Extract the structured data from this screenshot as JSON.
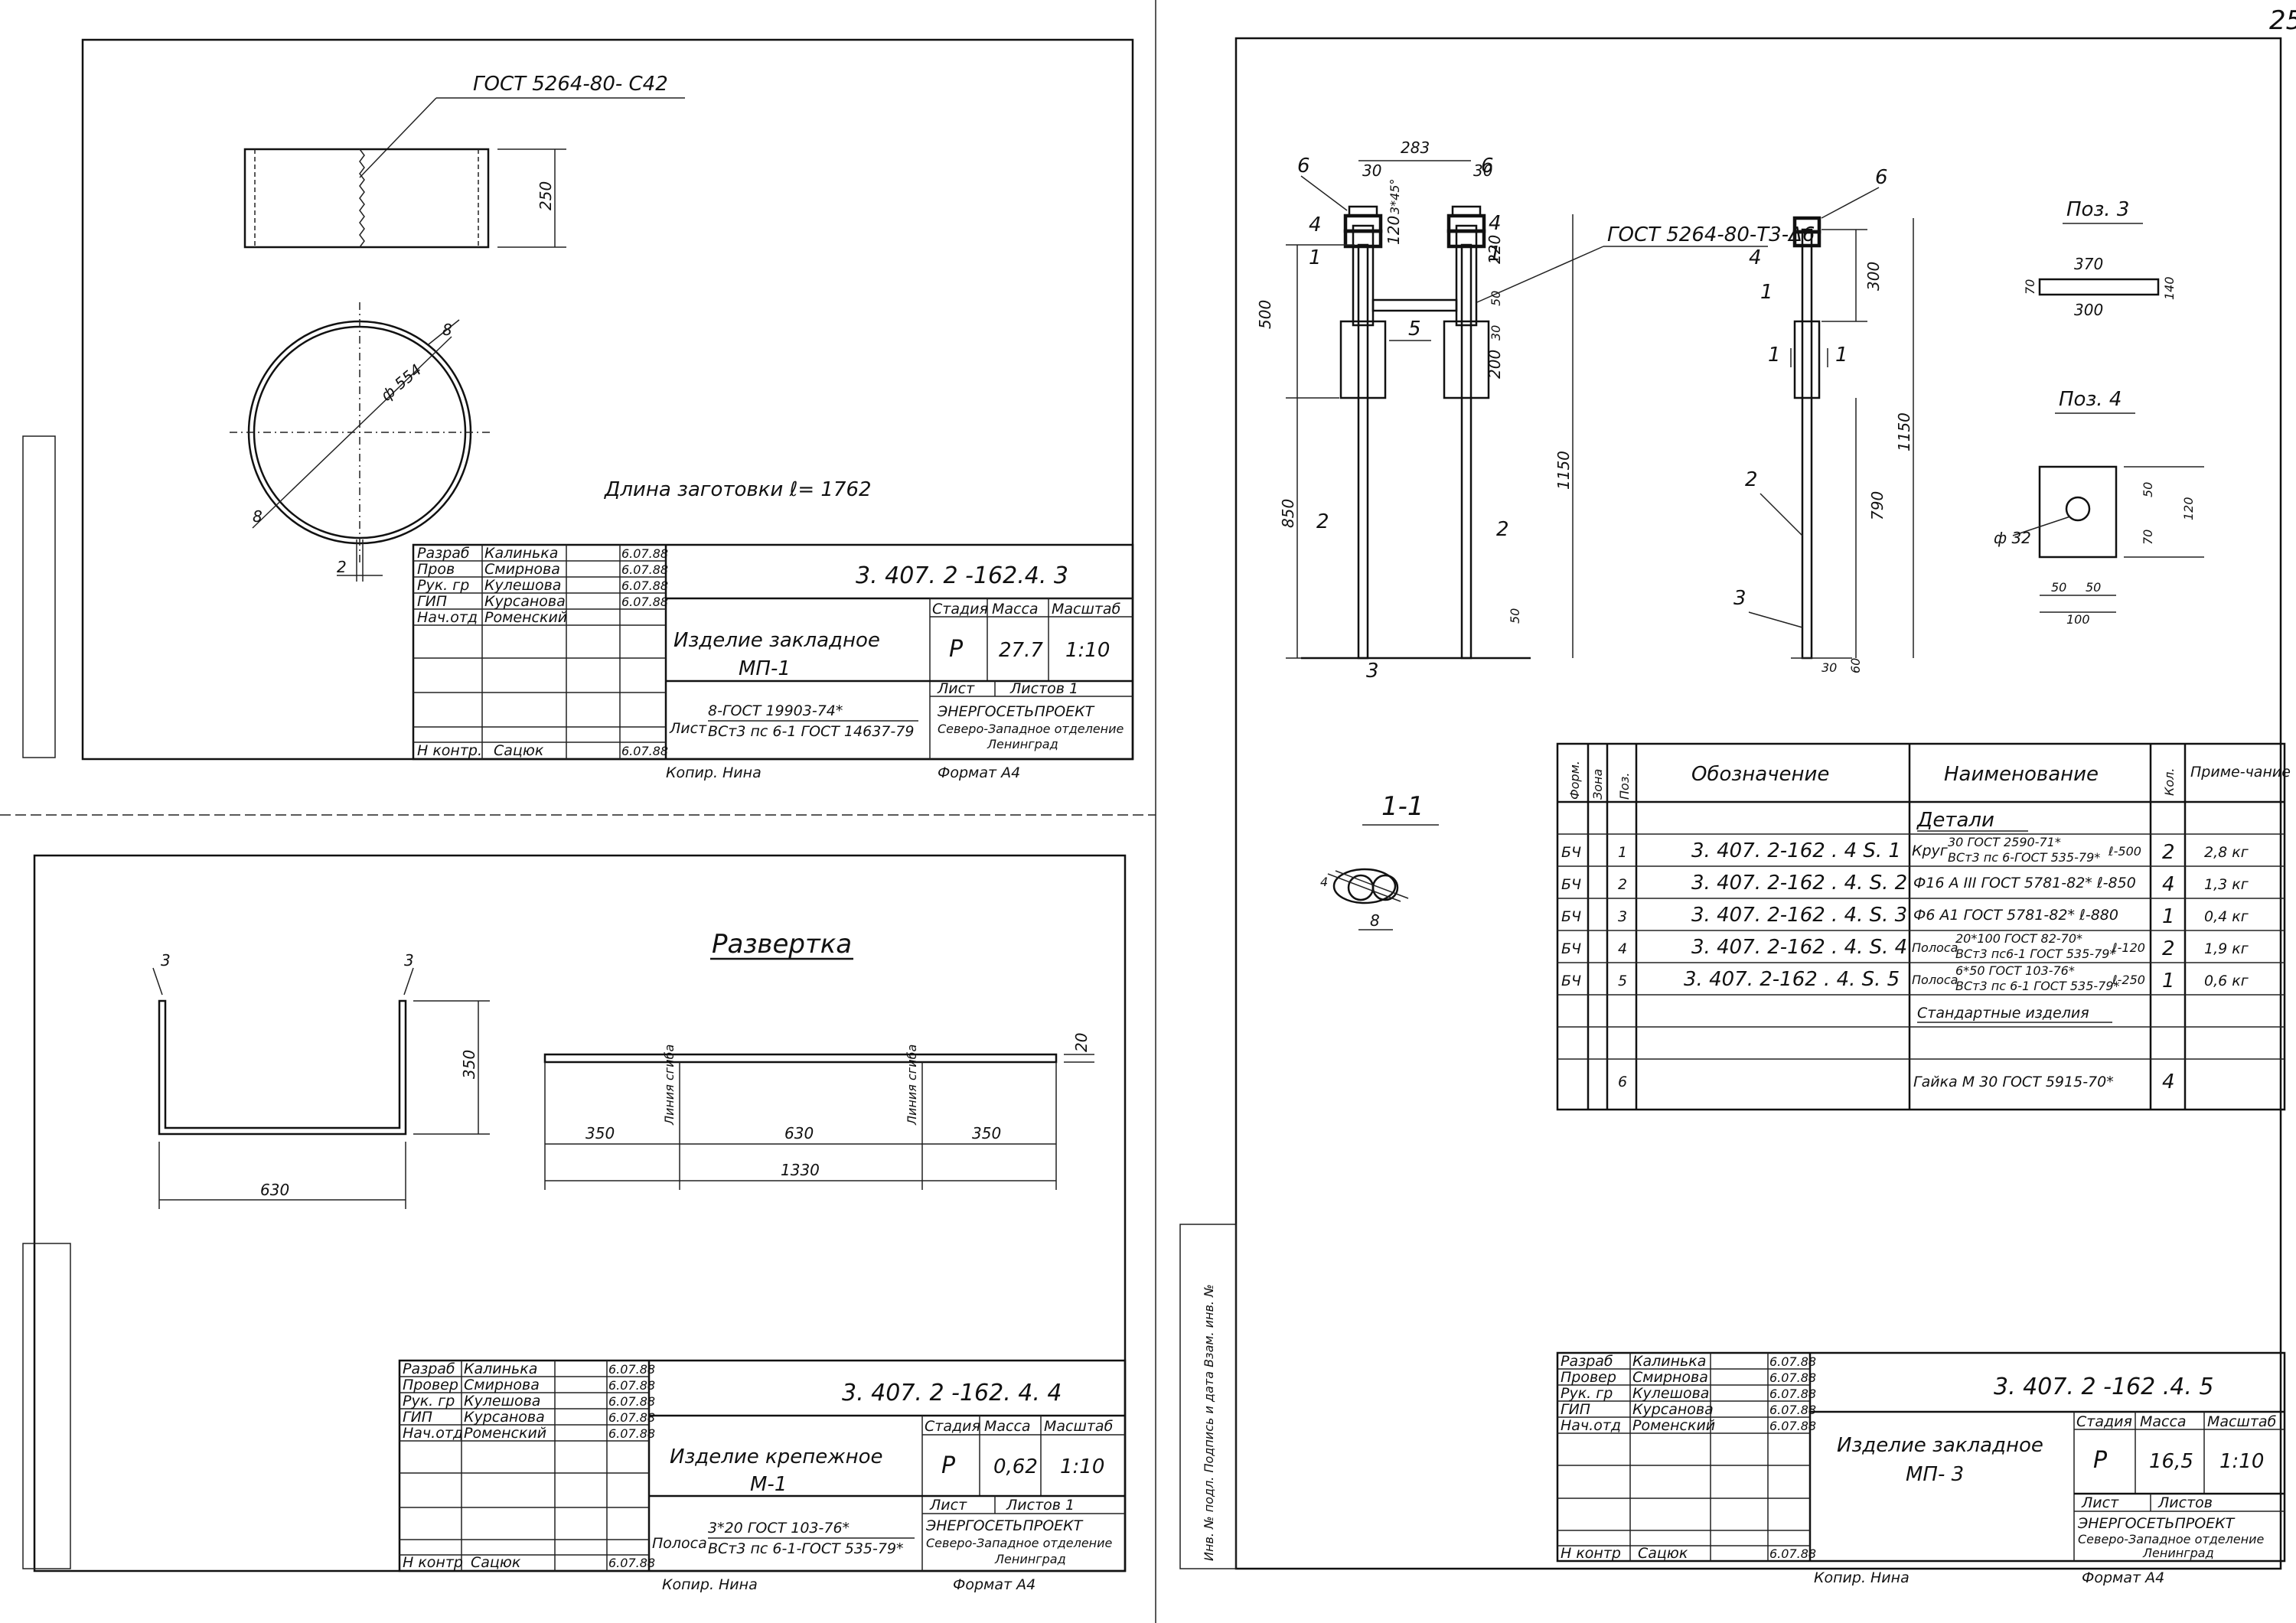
{
  "sheet_number": "25",
  "sheet1": {
    "weld_note": "ГОСТ 5264-80- С42",
    "dim_strip_height": "250",
    "dim_diameter": "ф 554",
    "dim_wall_top": "8",
    "dim_wall_bottom": "8",
    "dim_gap": "2",
    "blank_length": "Длина заготовки  ℓ= 1762",
    "title_block": {
      "rows": [
        {
          "role": "Разраб",
          "name": "Калинька",
          "date": "6.07.88"
        },
        {
          "role": "Пров",
          "name": "Смирнова",
          "date": "6.07.88"
        },
        {
          "role": "Рук. гр",
          "name": "Кулешова",
          "date": "6.07.88"
        },
        {
          "role": "ГИП",
          "name": "Курсанова",
          "date": "6.07.88"
        },
        {
          "role": "Нач.отд",
          "name": "Роменский",
          "date": ""
        }
      ],
      "control_role": "Н контр.",
      "control_name": "Сацюк",
      "control_date": "6.07.88",
      "code": "3. 407. 2 -162.4.  3",
      "item_name_line1": "Изделие  закладное",
      "item_name_line2": "МП-1",
      "col_stage": "Стадия",
      "col_mass": "Масса",
      "col_scale": "Масштаб",
      "stage": "Р",
      "mass": "27.7",
      "scale": "1:10",
      "sheet_label": "Лист",
      "sheets_label": "Листов 1",
      "material_prefix": "Лист",
      "material_top": "8-ГОСТ 19903-74*",
      "material_bottom": "ВСт3 пс 6-1 ГОСТ 14637-79",
      "org_line1": "ЭНЕРГОСЕТЬПРОЕКТ",
      "org_line2": "Северо-Западное отделение",
      "org_line3": "Ленинград",
      "copied": "Копир. Нина",
      "format": "Формат А4"
    }
  },
  "sheet2": {
    "title": "Развертка",
    "dim_left_flange": "3",
    "dim_right_flange": "3",
    "dim_height": "350",
    "dim_width": "630",
    "dim_thickness": "20",
    "bend_line_1": "Линия сгиба",
    "bend_line_2": "Линия сгиба",
    "dim_seg1": "350",
    "dim_seg2": "630",
    "dim_seg3": "350",
    "dim_total": "1330",
    "title_block": {
      "rows": [
        {
          "role": "Разраб",
          "name": "Калинька",
          "date": "6.07.88"
        },
        {
          "role": "Провер",
          "name": "Смирнова",
          "date": "6.07.88"
        },
        {
          "role": "Рук. гр",
          "name": "Кулешова",
          "date": "6.07.88"
        },
        {
          "role": "ГИП",
          "name": "Курсанова",
          "date": "6.07.88"
        },
        {
          "role": "Нач.отд",
          "name": "Роменский",
          "date": "6.07.88"
        }
      ],
      "control_role": "Н контр",
      "control_name": "Сацюк",
      "control_date": "6.07.88",
      "code": "3. 407. 2 -162. 4. 4",
      "item_name_line1": "Изделие  крепежное",
      "item_name_line2": "М-1",
      "col_stage": "Стадия",
      "col_mass": "Масса",
      "col_scale": "Масштаб",
      "stage": "Р",
      "mass": "0,62",
      "scale": "1:10",
      "sheet_label": "Лист",
      "sheets_label": "Листов 1",
      "material_prefix": "Полоса",
      "material_top": "3*20 ГОСТ 103-76*",
      "material_bottom": "ВСт3 пс 6-1-ГОСТ 535-79*",
      "org_line1": "ЭНЕРГОСЕТЬПРОЕКТ",
      "org_line2": "Северо-Западное отделение",
      "org_line3": "Ленинград",
      "copied": "Копир. Нина",
      "format": "Формат А4"
    }
  },
  "sheet3": {
    "weld_note": "ГОСТ 5264-80-Т3-Δ6",
    "dims": {
      "d283": "283",
      "d30a": "30",
      "d30b": "30",
      "d3x45": "3*45°",
      "d120": "120",
      "d220": "220",
      "d50a": "50",
      "d30c": "30",
      "d200": "200",
      "d500": "500",
      "d850": "850",
      "d1150a": "1150",
      "d50b": "50",
      "d300": "300",
      "d1150b": "1150",
      "d790": "790",
      "d30d": "30",
      "d60": "60"
    },
    "pos_labels": {
      "p6a": "6",
      "p4a": "4",
      "p1a": "1",
      "p5": "5",
      "p2a": "2",
      "p3a": "3",
      "p6b": "6",
      "p4b": "4",
      "p1b": "1",
      "p2b": "2",
      "p6c": "6",
      "p4c": "4",
      "p1c": "1",
      "p2c": "2",
      "p3c": "3"
    },
    "section_marks": {
      "left": "1",
      "right": "1"
    },
    "section_title": "1-1",
    "section_dim_4": "4",
    "section_dim_8": "8",
    "pos3": {
      "title": "Поз. 3",
      "top": "370",
      "bottom": "300",
      "left": "70",
      "right": "140"
    },
    "pos4": {
      "title": "Поз. 4",
      "hole": "ф 32",
      "d50v": "50",
      "d70": "70",
      "d120": "120",
      "d50a": "50",
      "d50b": "50",
      "d100": "100"
    },
    "spec": {
      "headers": [
        "Форм.",
        "Зона",
        "Поз.",
        "Обозначение",
        "Наименование",
        "Кол.",
        "Приме-чание"
      ],
      "group_details": "Детали",
      "group_standard": "Стандартные изделия",
      "rows": [
        {
          "fmt": "БЧ",
          "pos": "1",
          "desig": "3. 407. 2-162 . 4  S. 1",
          "name_pre": "Круг",
          "name_top": "30 ГОСТ 2590-71*",
          "name_bottom": "ВСт3 пс 6-ГОСТ 535-79*",
          "name_len": "ℓ-500",
          "qty": "2",
          "note": "2,8 кг"
        },
        {
          "fmt": "БЧ",
          "pos": "2",
          "desig": "3. 407. 2-162 . 4.  S. 2",
          "name_pre": "",
          "name_top": "Ф16 А III ГОСТ 5781-82*  ℓ-850",
          "name_bottom": "",
          "name_len": "",
          "qty": "4",
          "note": "1,3 кг"
        },
        {
          "fmt": "БЧ",
          "pos": "3",
          "desig": "3. 407. 2-162 . 4.  S. 3",
          "name_pre": "",
          "name_top": "Ф6 А1 ГОСТ 5781-82*  ℓ-880",
          "name_bottom": "",
          "name_len": "",
          "qty": "1",
          "note": "0,4 кг"
        },
        {
          "fmt": "БЧ",
          "pos": "4",
          "desig": "3. 407. 2-162 . 4.  S. 4",
          "name_pre": "Полоса",
          "name_top": "20*100 ГОСТ 82-70*",
          "name_bottom": "ВСт3 пс6-1  ГОСТ 535-79*",
          "name_len": "ℓ-120",
          "qty": "2",
          "note": "1,9 кг"
        },
        {
          "fmt": "БЧ",
          "pos": "5",
          "desig": "3. 407. 2-162 . 4.  S. 5",
          "name_pre": "Полоса",
          "name_top": "6*50 ГОСТ 103-76*",
          "name_bottom": "ВСт3 пс 6-1 ГОСТ 535-79*",
          "name_len": "ℓ-250",
          "qty": "1",
          "note": "0,6 кг"
        },
        {
          "fmt": "",
          "pos": "6",
          "desig": "",
          "name_pre": "",
          "name_top": "Гайка  М 30 ГОСТ 5915-70*",
          "name_bottom": "",
          "name_len": "",
          "qty": "4",
          "note": ""
        }
      ]
    },
    "side_stamp": "Инв. № подл.  Подпись и дата  Взам. инв. №",
    "title_block": {
      "rows": [
        {
          "role": "Разраб",
          "name": "Калинька",
          "date": "6.07.88"
        },
        {
          "role": "Провер",
          "name": "Смирнова",
          "date": "6.07.88"
        },
        {
          "role": "Рук. гр",
          "name": "Кулешова",
          "date": "6.07.88"
        },
        {
          "role": "ГИП",
          "name": "Курсанова",
          "date": "6.07.88"
        },
        {
          "role": "Нач.отд",
          "name": "Роменский",
          "date": "6.07.88"
        }
      ],
      "control_role": "Н контр",
      "control_name": "Сацюк",
      "control_date": "6.07.88",
      "code": "3. 407. 2 -162 .4. 5",
      "item_name_line1": "Изделие  закладное",
      "item_name_line2": "МП- 3",
      "col_stage": "Стадия",
      "col_mass": "Масса",
      "col_scale": "Масштаб",
      "stage": "Р",
      "mass": "16,5",
      "scale": "1:10",
      "sheet_label": "Лист",
      "sheets_label": "Листов",
      "org_line1": "ЭНЕРГОСЕТЬПРОЕКТ",
      "org_line2": "Северо-Западное отделение",
      "org_line3": "Ленинград",
      "copied": "Копир. Нина",
      "format": "Формат А4"
    }
  }
}
